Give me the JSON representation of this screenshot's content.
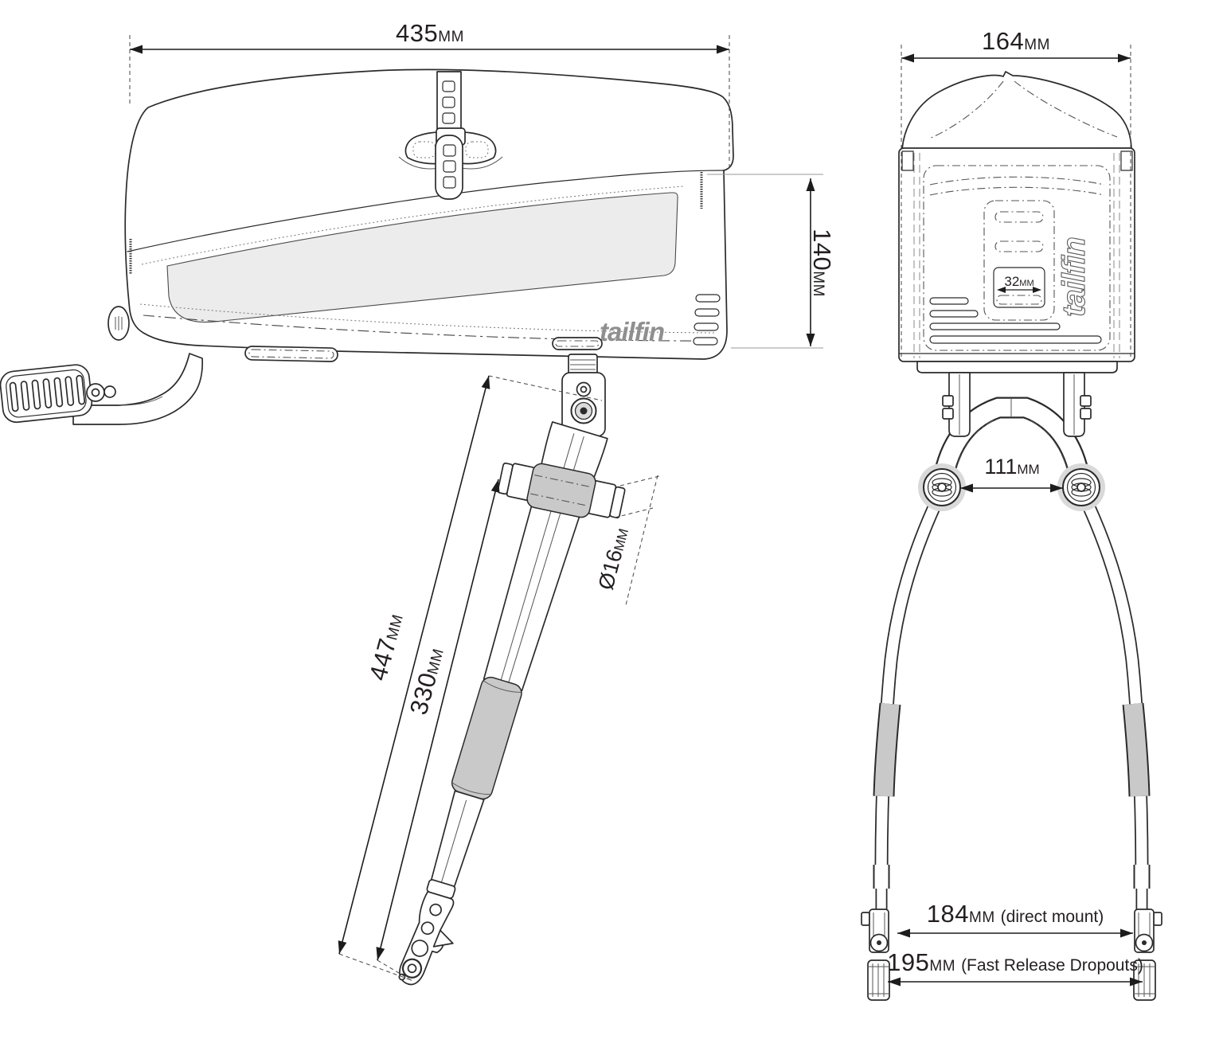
{
  "brand": {
    "logo": "tailfin"
  },
  "side_view": {
    "dim_width": {
      "value": "435",
      "unit": "MM"
    },
    "dim_height": {
      "value": "140",
      "unit": "MM"
    },
    "dim_strut_outer": {
      "value": "447",
      "unit": "MM"
    },
    "dim_strut_inner": {
      "value": "330",
      "unit": "MM"
    },
    "dim_axle_diameter": {
      "value": "Ø16",
      "unit": "MM"
    }
  },
  "rear_view": {
    "dim_width": {
      "value": "164",
      "unit": "MM"
    },
    "dim_rail_slot": {
      "value": "32",
      "unit": "MM"
    },
    "dim_boss_spacing": {
      "value": "111",
      "unit": "MM"
    },
    "dim_direct_mount": {
      "value": "184",
      "unit": "MM",
      "note": "(direct mount)"
    },
    "dim_fast_release": {
      "value": "195",
      "unit": "MM",
      "note": "(Fast Release Dropouts)"
    }
  },
  "colors": {
    "ink": "#231f20",
    "line": "#2b2b2b",
    "gray_fill": "#c9c9c9",
    "mesh_fill": "#ececec",
    "logo_gray": "#8f8f8f",
    "background": "#ffffff"
  }
}
